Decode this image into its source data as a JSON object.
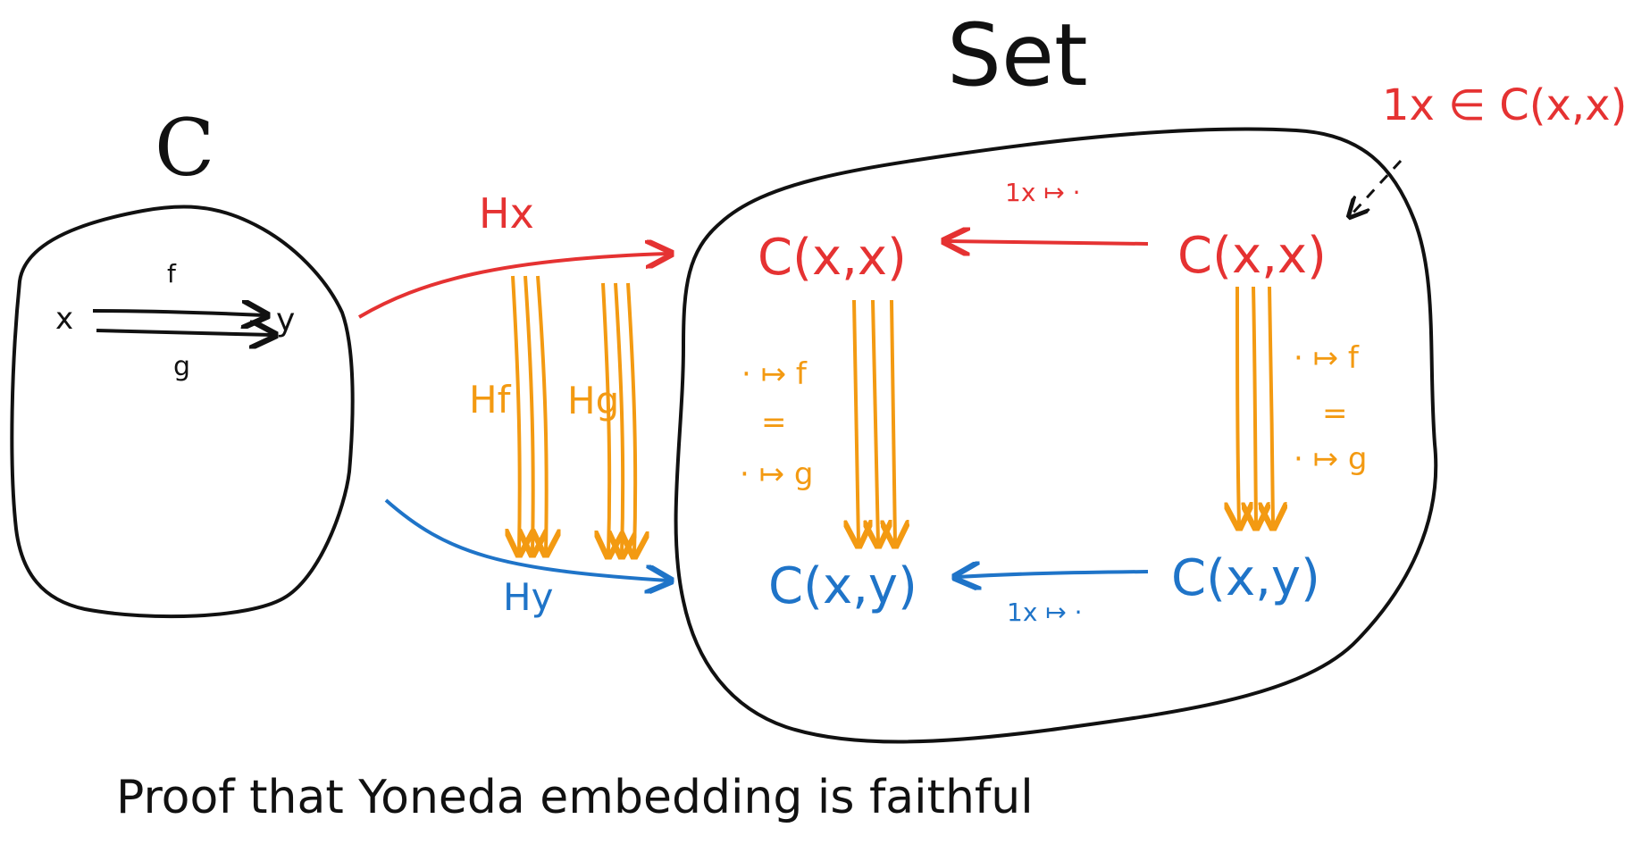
{
  "colors": {
    "ink": "#111111",
    "red": "#e53232",
    "orange": "#f39a12",
    "blue": "#1f74c8"
  },
  "labels": {
    "set": "Set",
    "c_category": "C",
    "identity_element": "1x ∈ C(x,x)"
  },
  "source_category": {
    "objects": {
      "x": "x",
      "y": "y"
    },
    "morphisms": {
      "f": "f",
      "g": "g"
    }
  },
  "functors": {
    "hx": "Hx",
    "hy": "Hy",
    "hf": "Hf",
    "hg": "Hg"
  },
  "set_category": {
    "nodes": {
      "top_left": "C(x,x)",
      "top_right": "C(x,x)",
      "bottom_left": "C(x,y)",
      "bottom_right": "C(x,y)"
    },
    "arrow_labels": {
      "top_identity": "1x ↦ ·",
      "bottom_identity": "1x ↦ ·",
      "left_f": "· ↦ f",
      "left_equals": "=",
      "left_g": "· ↦ g",
      "right_f": "· ↦ f",
      "right_equals": "=",
      "right_g": "· ↦ g"
    }
  },
  "caption": "Proof that Yoneda embedding is faithful"
}
